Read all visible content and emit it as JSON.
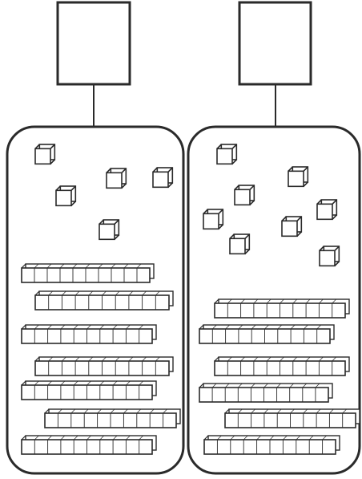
{
  "worksheet": {
    "panels": [
      {
        "answer_box": "",
        "ones_cubes": 5,
        "tens_rods": 7
      },
      {
        "answer_box": "",
        "ones_cubes": 8,
        "tens_rods": 6
      }
    ],
    "colors": {
      "stroke": "#2a2a2a",
      "fill": "#ffffff"
    }
  }
}
